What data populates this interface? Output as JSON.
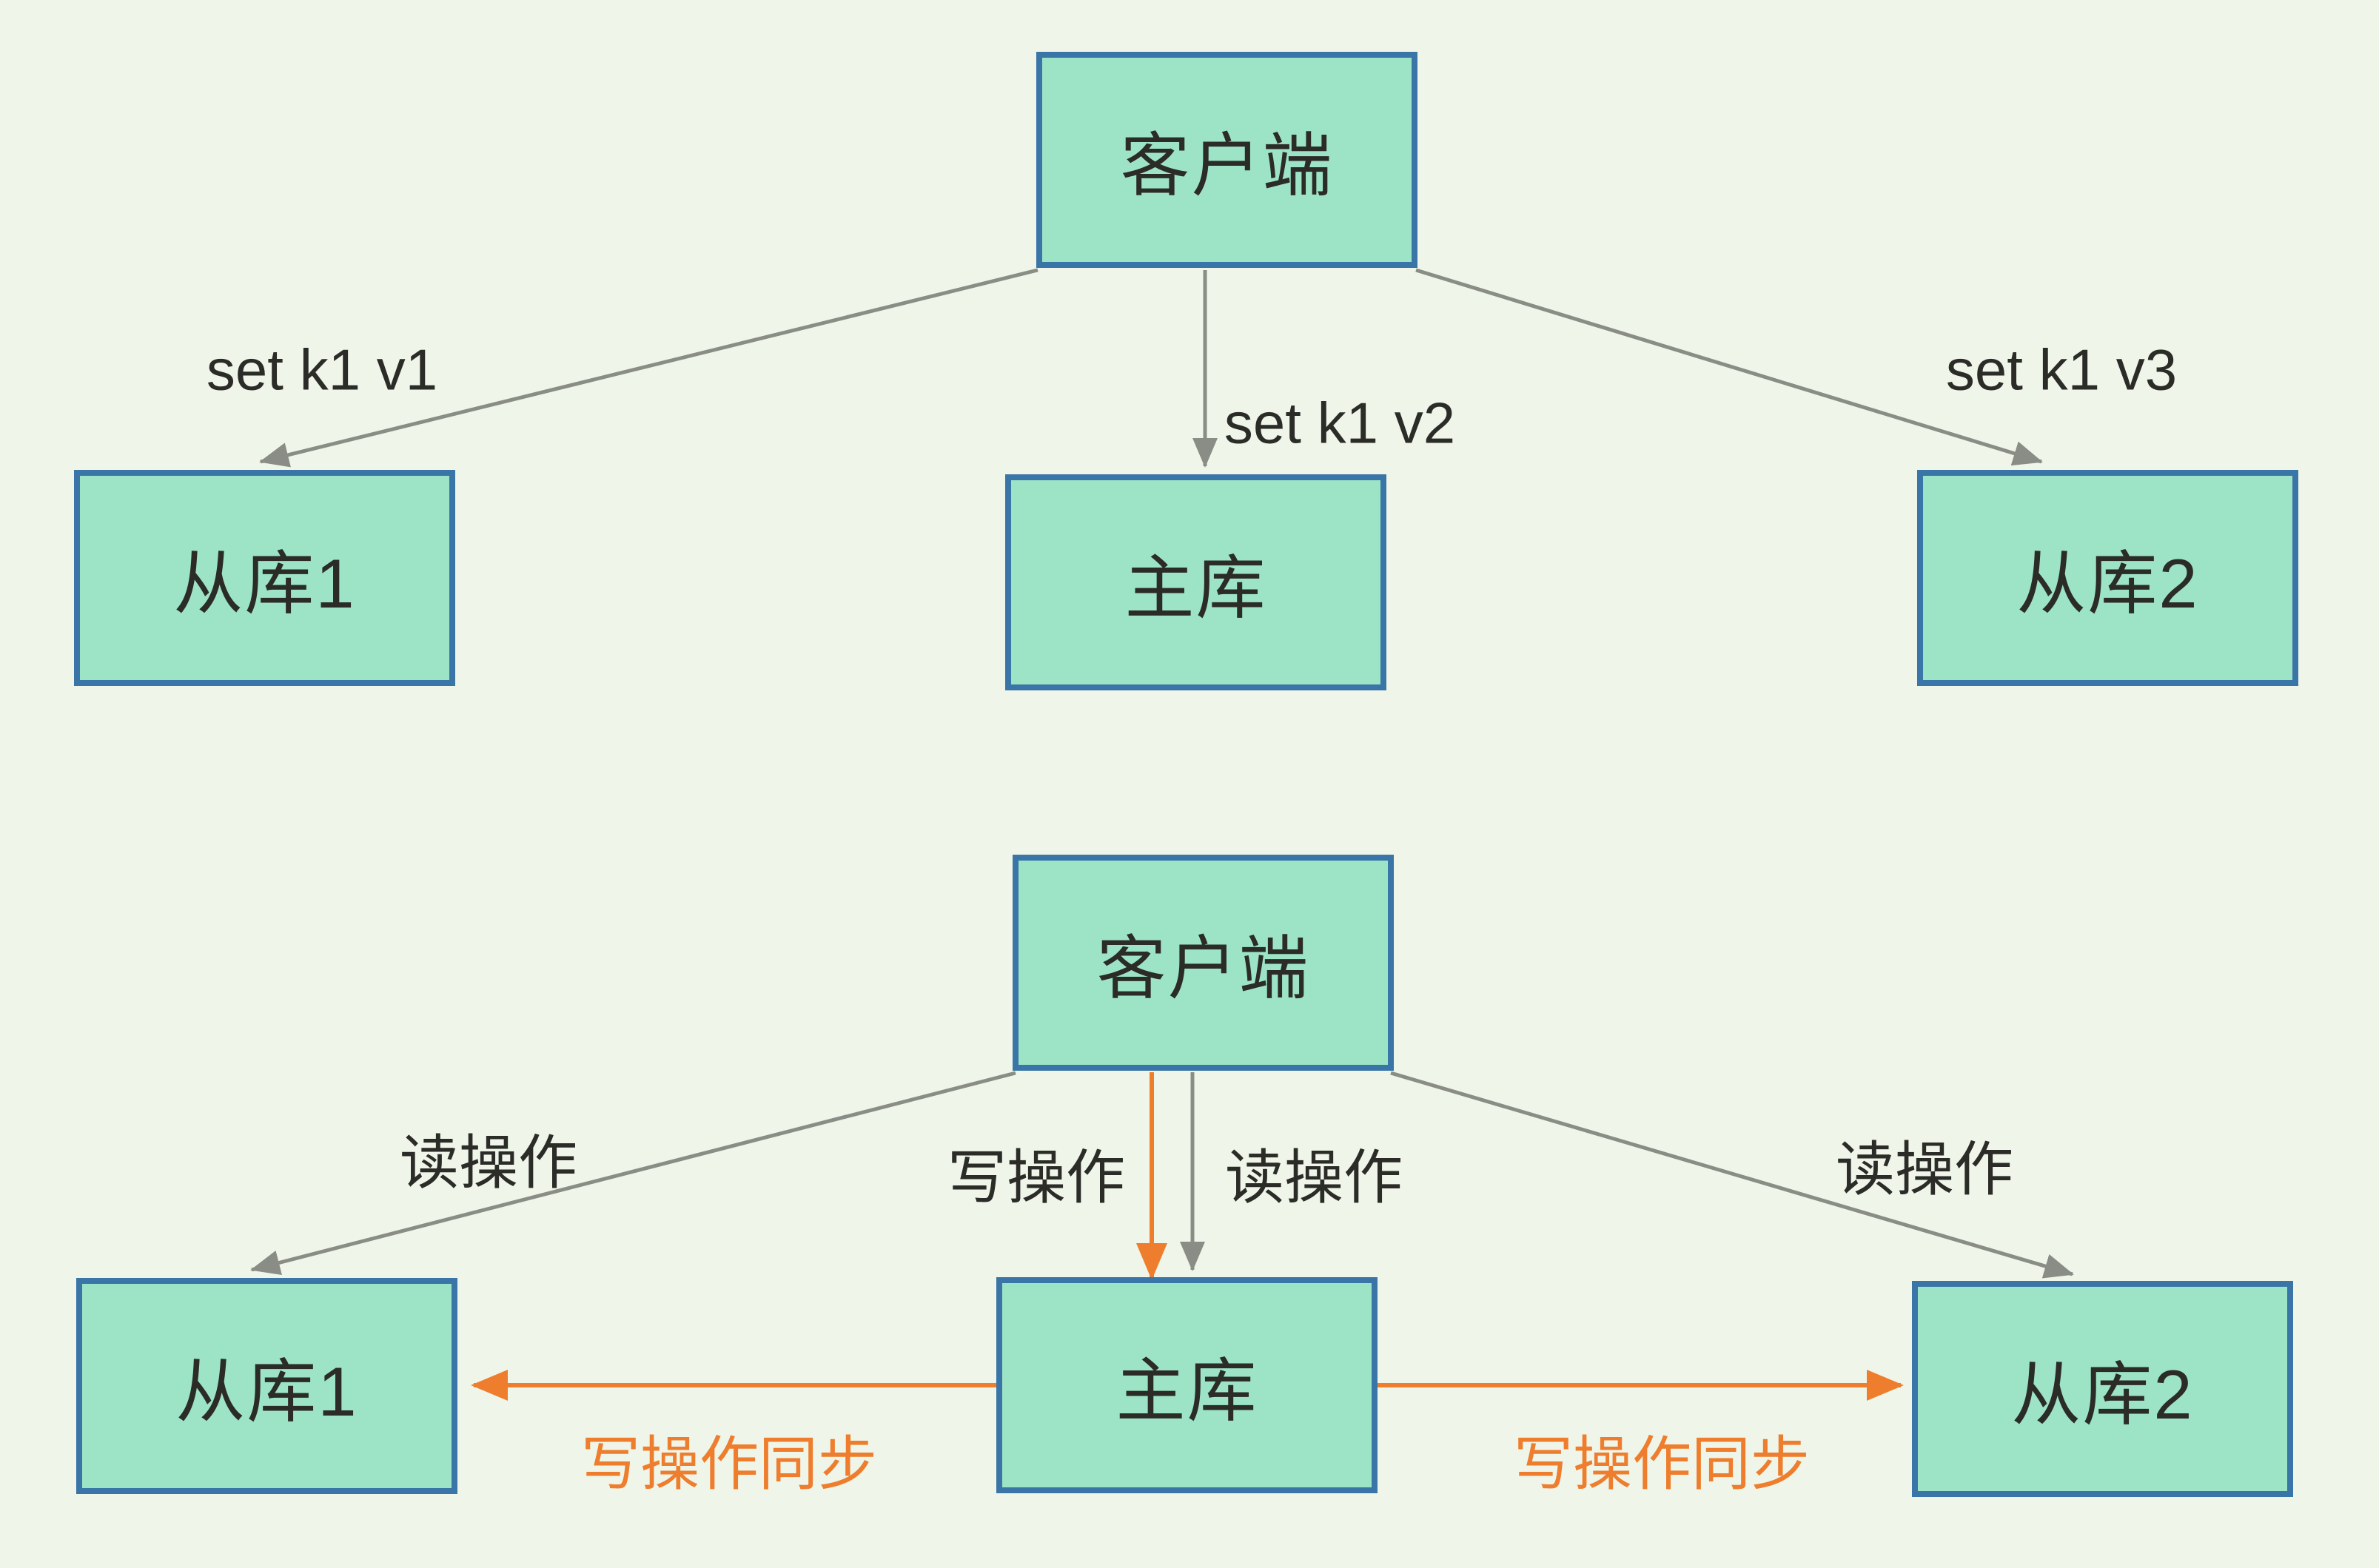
{
  "colors": {
    "background": "#eff6e9",
    "node_fill": "#9de4c6",
    "node_border": "#3a75a7",
    "edge_gray": "#8a8d86",
    "edge_orange": "#ee7e2e",
    "text": "#2b2b27"
  },
  "diagram_top": {
    "nodes": {
      "client": {
        "label": "客户端"
      },
      "slave1": {
        "label": "从库1"
      },
      "master": {
        "label": "主库"
      },
      "slave2": {
        "label": "从库2"
      }
    },
    "edges": [
      {
        "from": "client",
        "to": "slave1",
        "label": "set k1 v1",
        "color": "gray"
      },
      {
        "from": "client",
        "to": "master",
        "label": "set k1 v2",
        "color": "gray"
      },
      {
        "from": "client",
        "to": "slave2",
        "label": "set k1 v3",
        "color": "gray"
      }
    ]
  },
  "diagram_bottom": {
    "nodes": {
      "client": {
        "label": "客户端"
      },
      "slave1": {
        "label": "从库1"
      },
      "master": {
        "label": "主库"
      },
      "slave2": {
        "label": "从库2"
      }
    },
    "edges": [
      {
        "from": "client",
        "to": "slave1",
        "label": "读操作",
        "color": "gray"
      },
      {
        "from": "client",
        "to": "master",
        "label": "写操作",
        "color": "orange"
      },
      {
        "from": "client",
        "to": "master",
        "label": "读操作",
        "color": "gray"
      },
      {
        "from": "client",
        "to": "slave2",
        "label": "读操作",
        "color": "gray"
      },
      {
        "from": "master",
        "to": "slave1",
        "label": "写操作同步",
        "color": "orange"
      },
      {
        "from": "master",
        "to": "slave2",
        "label": "写操作同步",
        "color": "orange"
      }
    ]
  }
}
